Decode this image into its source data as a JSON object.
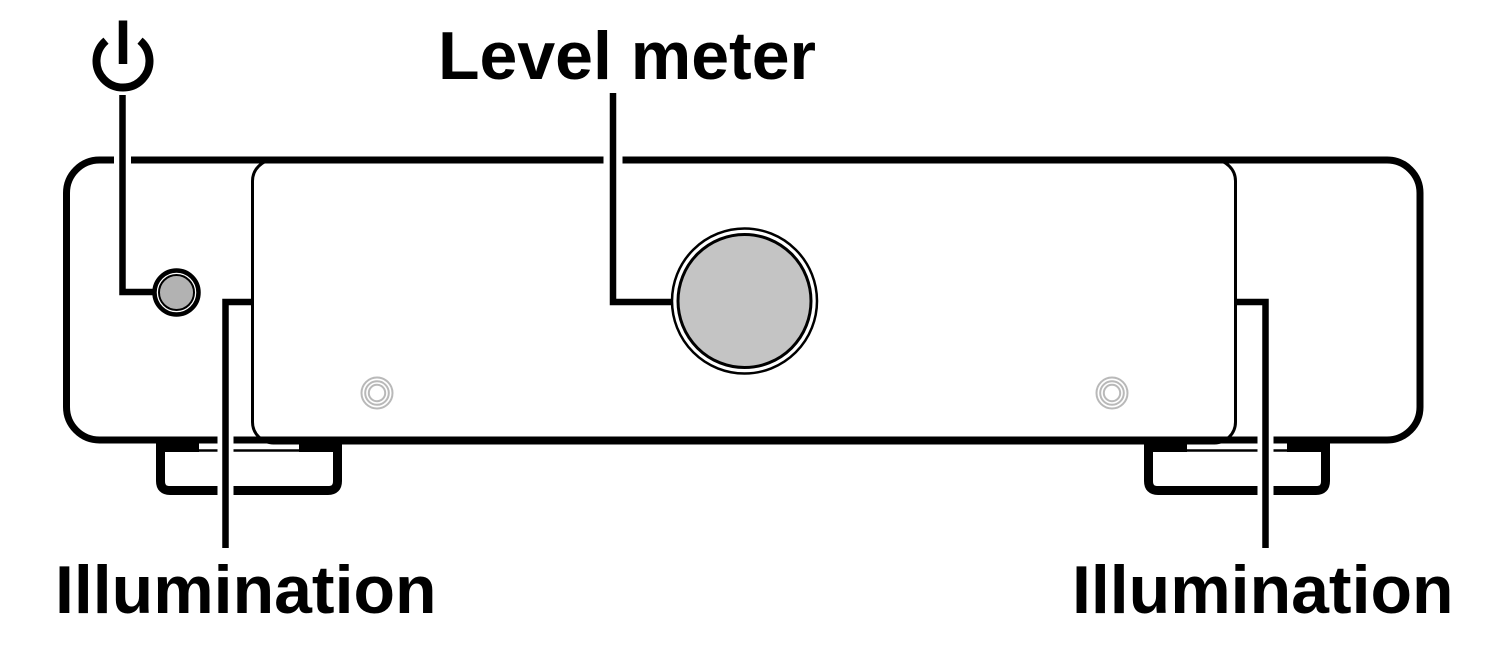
{
  "diagram": {
    "labels": {
      "level_meter": "Level meter",
      "illumination_left": "Illumination",
      "illumination_right": "Illumination"
    },
    "icons": {
      "power_symbol": "power-icon"
    },
    "colors": {
      "outline": "#000000",
      "background": "#ffffff",
      "level_meter_fill": "#c4c4c4",
      "power_button_fill": "#b2b2b2",
      "illumination_led_ring": "#b9b9b9"
    }
  }
}
